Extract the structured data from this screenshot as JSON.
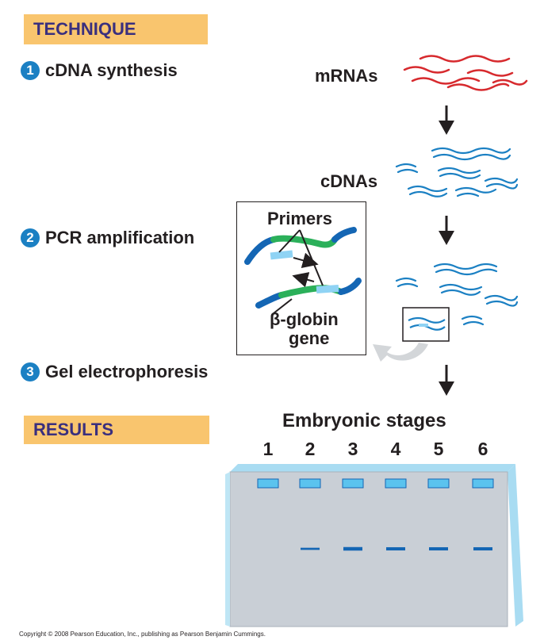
{
  "banners": {
    "technique": "TECHNIQUE",
    "results": "RESULTS"
  },
  "steps": [
    {
      "number": "1",
      "label": "cDNA synthesis"
    },
    {
      "number": "2",
      "label": "PCR amplification"
    },
    {
      "number": "3",
      "label": "Gel electrophoresis"
    }
  ],
  "molecules": {
    "mrnas": "mRNAs",
    "cdnas": "cDNAs"
  },
  "inset": {
    "primers": "Primers",
    "gene_line1": "β-globin",
    "gene_line2": "gene"
  },
  "gel": {
    "title": "Embryonic stages",
    "lanes": [
      "1",
      "2",
      "3",
      "4",
      "5",
      "6"
    ],
    "band_intensity": [
      0,
      0.4,
      1,
      0.85,
      0.85,
      0.85
    ]
  },
  "colors": {
    "banner": "#f9c56e",
    "banner_text": "#3a2f7e",
    "step_badge": "#1b80c3",
    "mrna": "#d72a2e",
    "cdna": "#1b80c3",
    "gene": "#2bb05a",
    "primer": "#8fd3f4",
    "gel": "#c9cfd6",
    "band": "#1466b4"
  },
  "copyright": "Copyright © 2008 Pearson Education, Inc., publishing as Pearson Benjamin Cummings."
}
